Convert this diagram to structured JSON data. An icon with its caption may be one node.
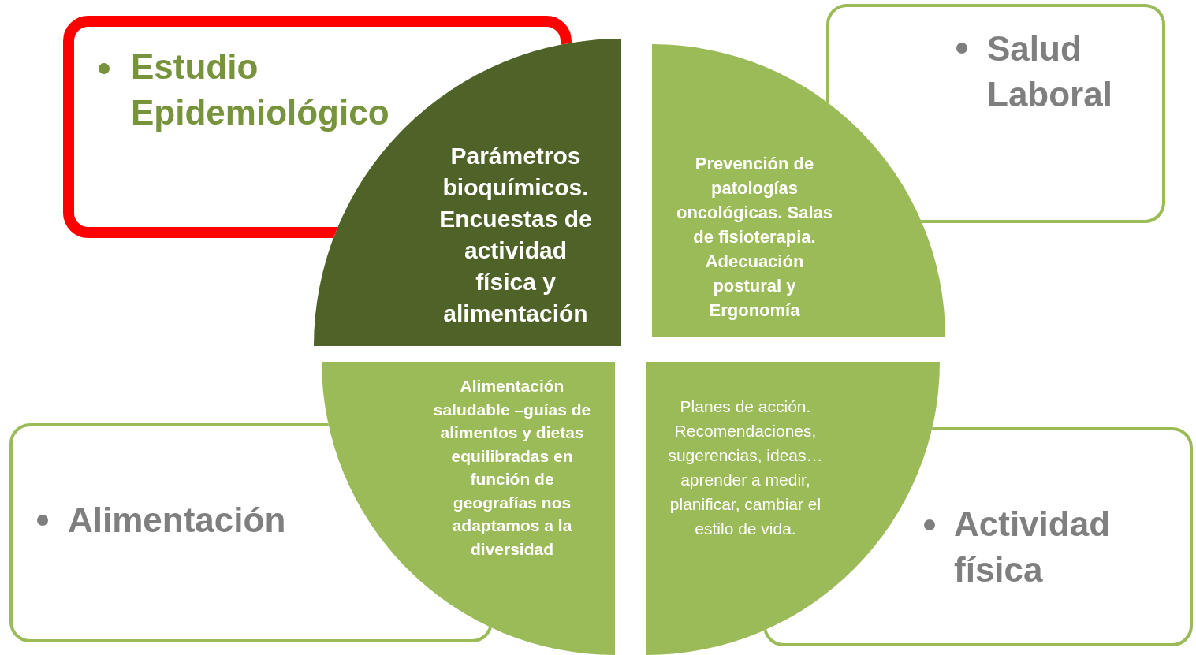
{
  "diagram": {
    "nodes": [
      {
        "text": [
          "Estudio Epidemiológico"
        ]
      },
      {
        "text": [
          "Salud Laboral"
        ]
      },
      {
        "text": [
          "Alimentación"
        ]
      },
      {
        "text": [
          "Actividad física"
        ]
      },
      {
        "text": [
          "Parámetros bioquímicos. Encuestas de actividad física y alimentación"
        ]
      },
      {
        "text": [
          "Prevención de patologías oncológicas. Salas de fisioterapia. Adecuación postural y Ergonomía"
        ]
      },
      {
        "text": [
          "Alimentación saludable –guías de alimentos y dietas equilibradas en función de geografías nos adaptamos a la diversidad"
        ]
      },
      {
        "text": [
          "Planes de acción. Recomendaciones, sugerencias, ideas… aprender a medir, planificar, cambiar el estilo de vida."
        ]
      }
    ],
    "edges": []
  }
}
